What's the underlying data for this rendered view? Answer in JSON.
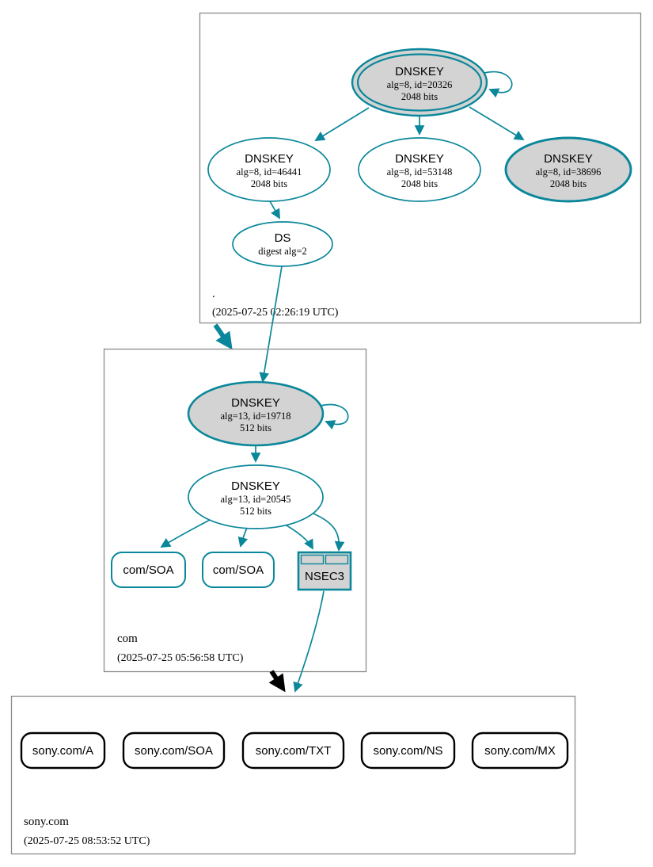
{
  "colors": {
    "secure_edge_teal": "#0a879a",
    "node_fill_gray": "#d3d3d3",
    "node_fill_white": "#ffffff",
    "zone_box_border_gray": "#8a8a8a",
    "insecure_edge_black": "#000000"
  },
  "root_zone": {
    "label": ".",
    "timestamp": "(2025-07-25 02:26:19 UTC)",
    "ksk": {
      "title": "DNSKEY",
      "detail": "alg=8, id=20326",
      "size": "2048 bits"
    },
    "zsk_46441": {
      "title": "DNSKEY",
      "detail": "alg=8, id=46441",
      "size": "2048 bits"
    },
    "zsk_53148": {
      "title": "DNSKEY",
      "detail": "alg=8, id=53148",
      "size": "2048 bits"
    },
    "zsk_38696": {
      "title": "DNSKEY",
      "detail": "alg=8, id=38696",
      "size": "2048 bits"
    },
    "ds": {
      "title": "DS",
      "detail": "digest alg=2"
    }
  },
  "com_zone": {
    "label": "com",
    "timestamp": "(2025-07-25 05:56:58 UTC)",
    "ksk": {
      "title": "DNSKEY",
      "detail": "alg=13, id=19718",
      "size": "512 bits"
    },
    "zsk": {
      "title": "DNSKEY",
      "detail": "alg=13, id=20545",
      "size": "512 bits"
    },
    "soa1": {
      "label": "com/SOA"
    },
    "soa2": {
      "label": "com/SOA"
    },
    "nsec3": {
      "label": "NSEC3"
    }
  },
  "sony_zone": {
    "label": "sony.com",
    "timestamp": "(2025-07-25 08:53:52 UTC)",
    "rrsets": [
      {
        "label": "sony.com/A"
      },
      {
        "label": "sony.com/SOA"
      },
      {
        "label": "sony.com/TXT"
      },
      {
        "label": "sony.com/NS"
      },
      {
        "label": "sony.com/MX"
      }
    ]
  }
}
